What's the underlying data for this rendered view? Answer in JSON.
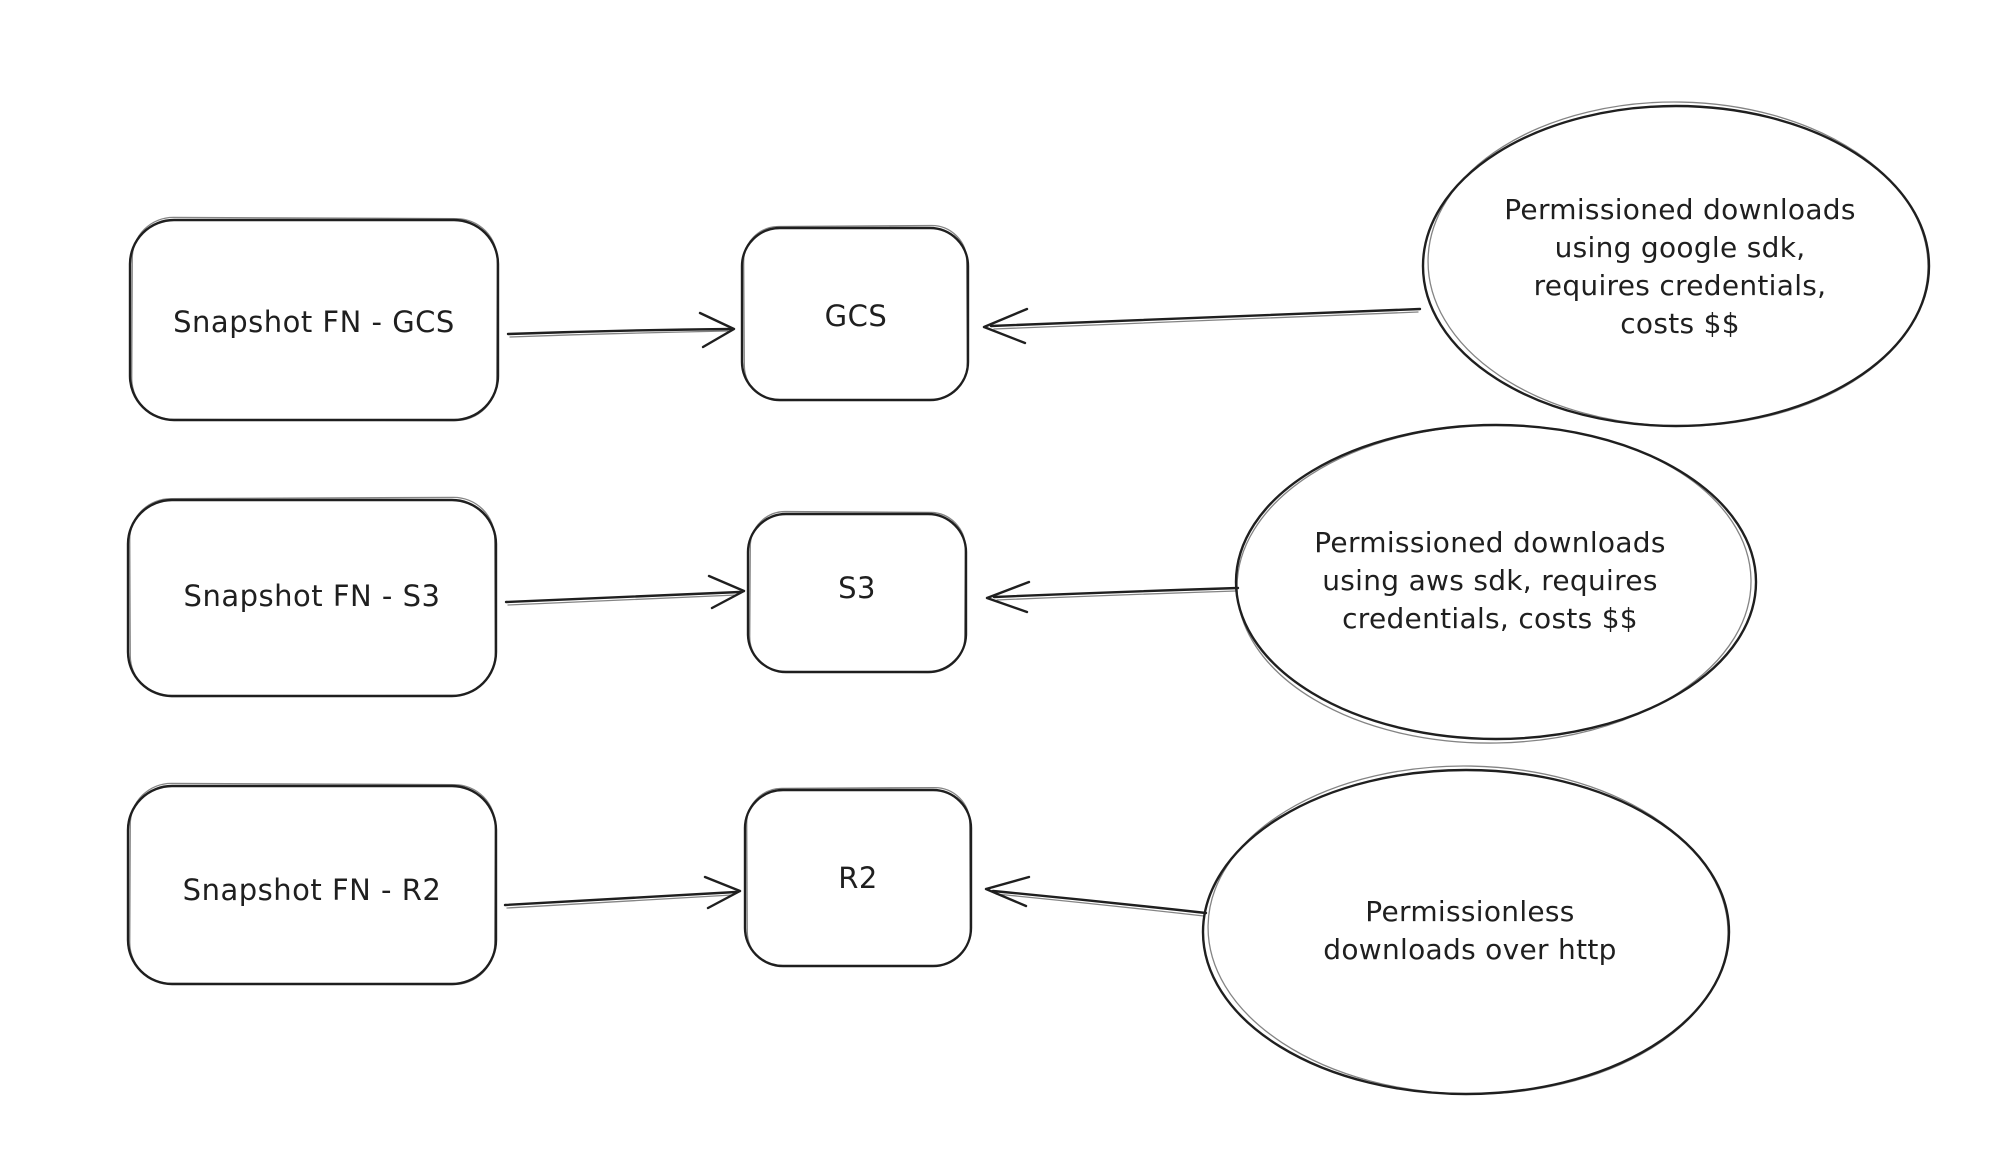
{
  "canvas": {
    "background_color": "#ffffff",
    "stroke_color": "#1f1f1f"
  },
  "flows": [
    {
      "source": "Snapshot FN - GCS",
      "target": "GCS",
      "note_lines": [
        "Permissioned downloads",
        "using google sdk,",
        "requires credentials,",
        "costs $$"
      ]
    },
    {
      "source": "Snapshot FN - S3",
      "target": "S3",
      "note_lines": [
        "Permissioned downloads",
        "using aws sdk, requires",
        "credentials, costs $$"
      ]
    },
    {
      "source": "Snapshot FN - R2",
      "target": "R2",
      "note_lines": [
        "Permissionless",
        "downloads over http"
      ]
    }
  ]
}
